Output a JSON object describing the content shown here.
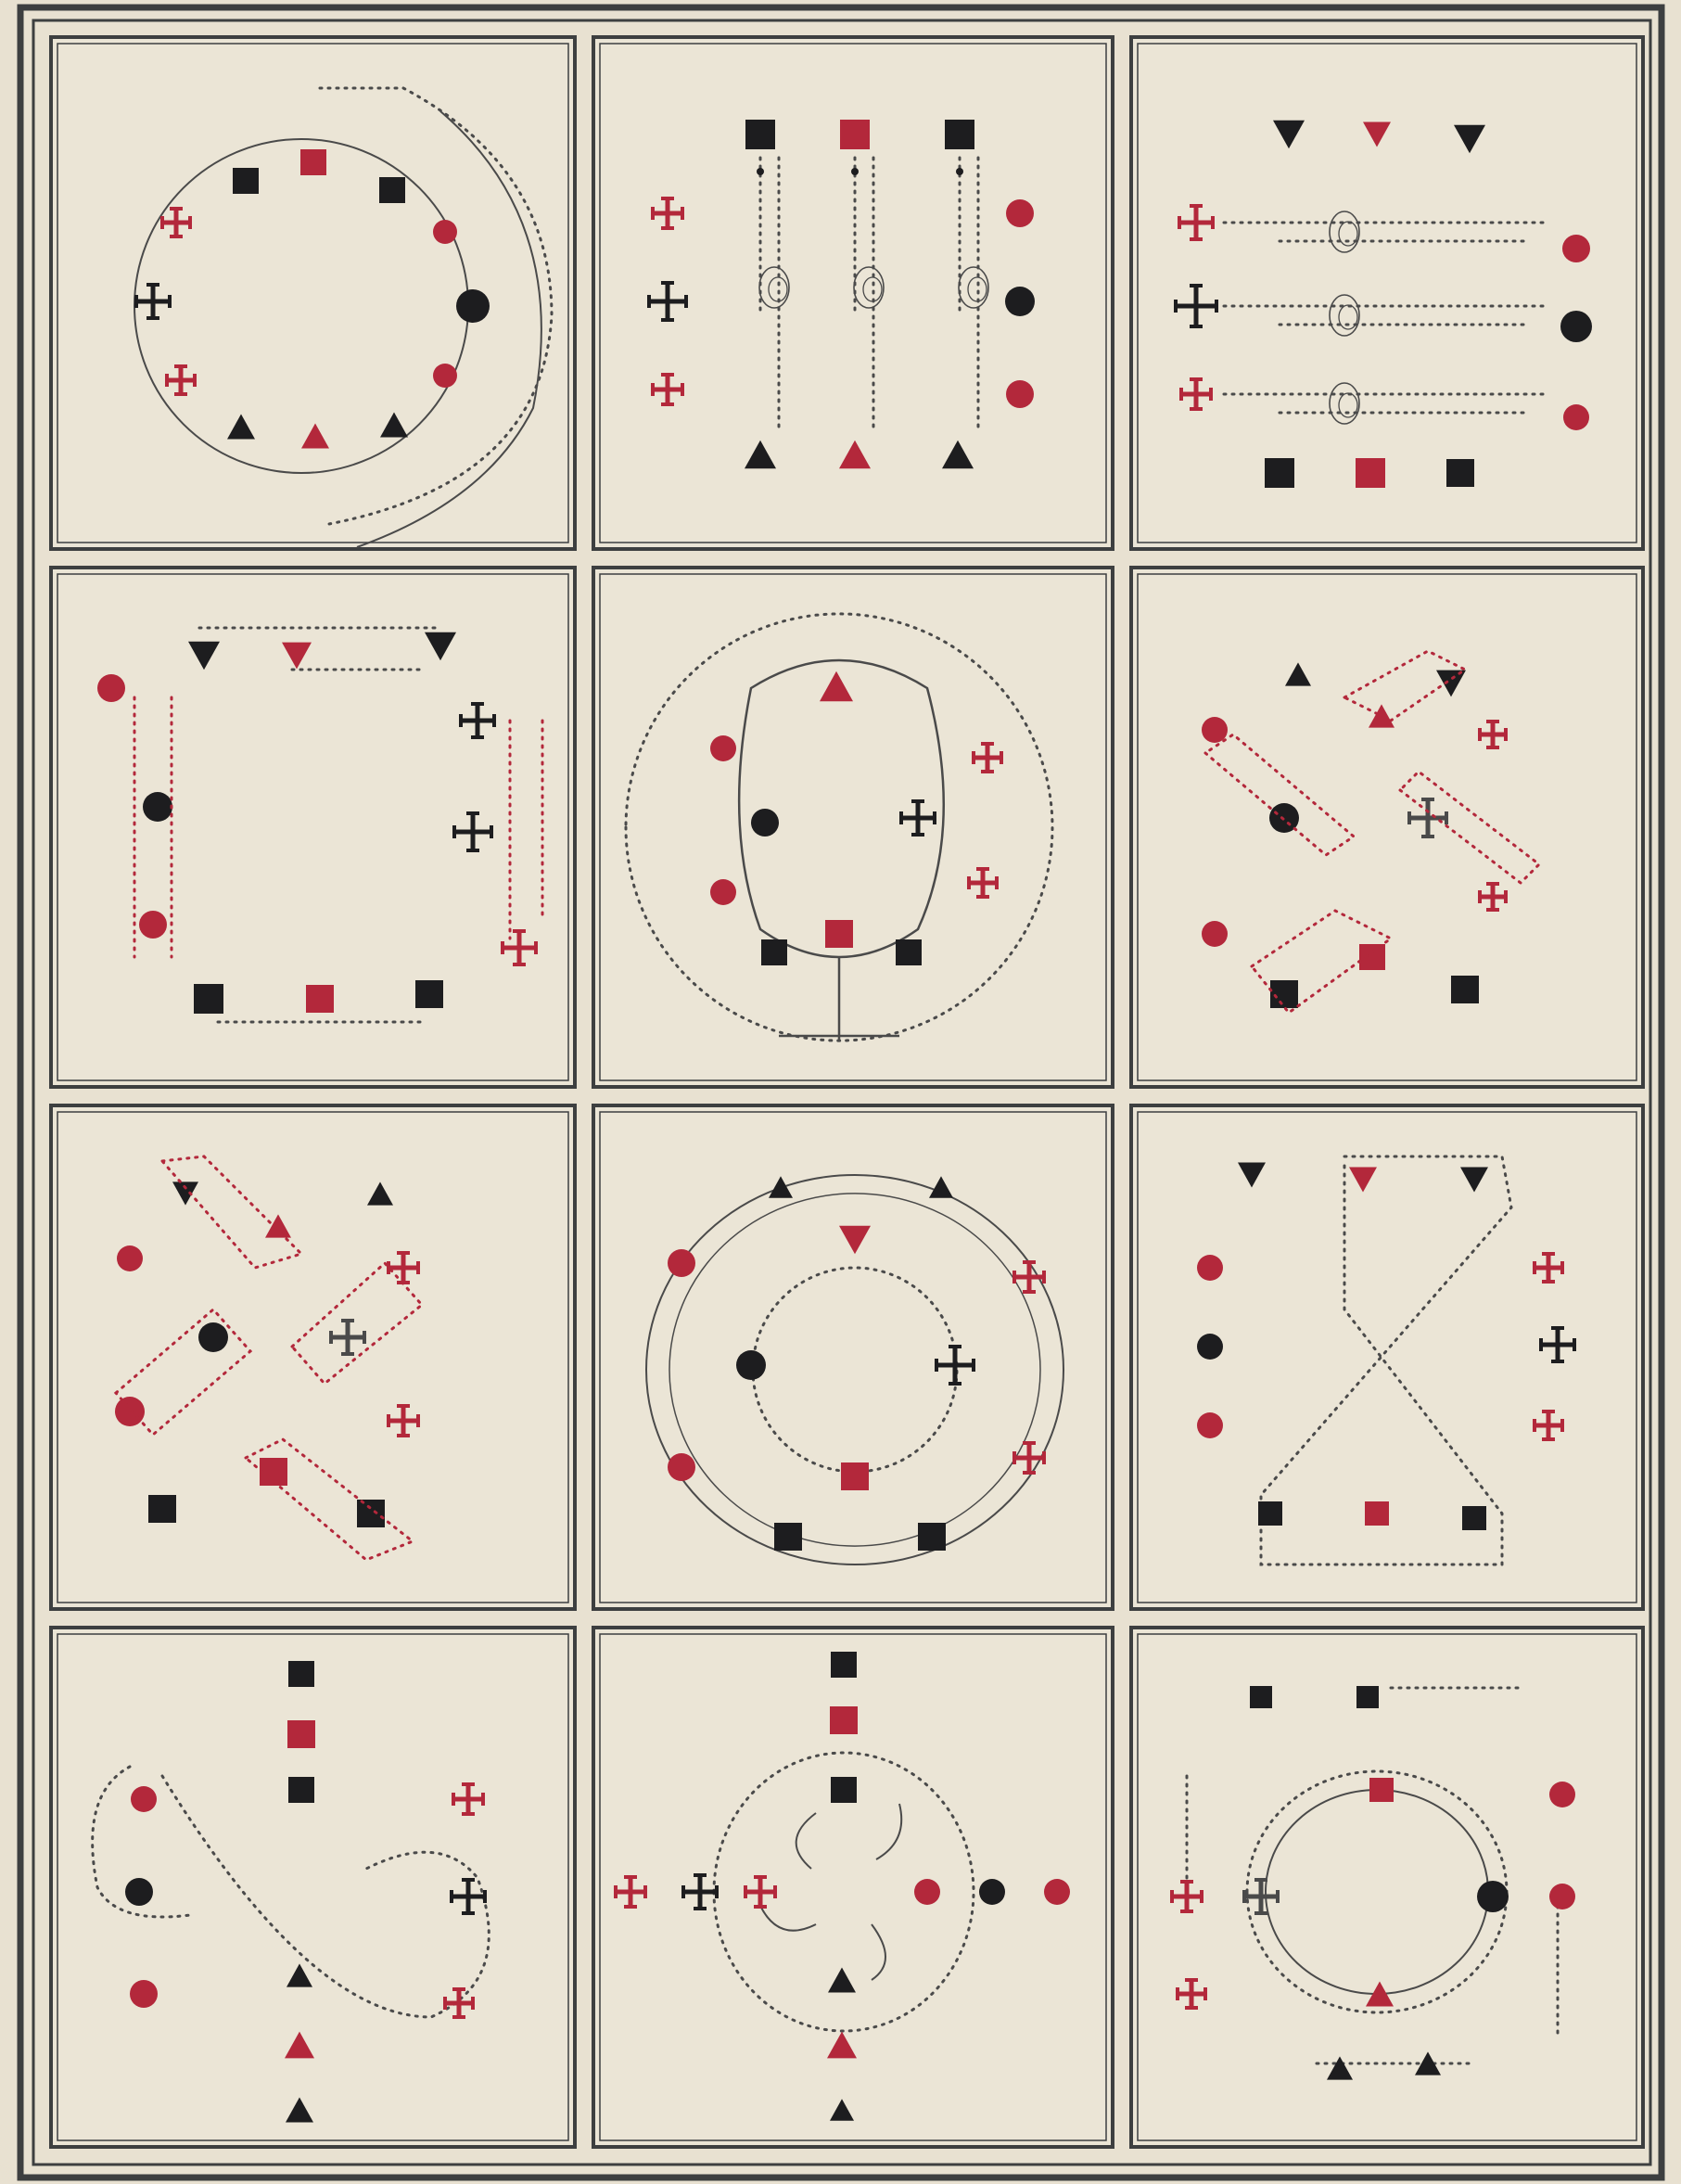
{
  "plate": {
    "title": "",
    "colors": {
      "paper": "#e8e1d1",
      "panel": "#ebe5d6",
      "rule": "#3d3f40",
      "ink_black": "#1d1d1f",
      "ink_red": "#b3283b",
      "trace": "#4a4a4a"
    },
    "symbol_legend": [
      "black-square",
      "red-square",
      "black-triangle",
      "red-triangle",
      "black-circle",
      "red-circle",
      "black-cross",
      "red-cross"
    ],
    "panels": [
      {
        "id": "r1c1",
        "pattern": "circle-formation-with-arc-path"
      },
      {
        "id": "r1c2",
        "pattern": "three-columns-with-loops"
      },
      {
        "id": "r1c3",
        "pattern": "three-rows-with-loops"
      },
      {
        "id": "r2c1",
        "pattern": "square-formation-with-rows"
      },
      {
        "id": "r2c2",
        "pattern": "cloverleaf-circle"
      },
      {
        "id": "r2c3",
        "pattern": "diagonal-x-formation"
      },
      {
        "id": "r3c1",
        "pattern": "diagonal-x-formation-boxed"
      },
      {
        "id": "r3c2",
        "pattern": "double-circle"
      },
      {
        "id": "r3c3",
        "pattern": "z-path-formation"
      },
      {
        "id": "r4c1",
        "pattern": "figure-eight-path"
      },
      {
        "id": "r4c2",
        "pattern": "cross-with-pinwheel"
      },
      {
        "id": "r4c3",
        "pattern": "circle-with-corner-paths"
      }
    ]
  }
}
